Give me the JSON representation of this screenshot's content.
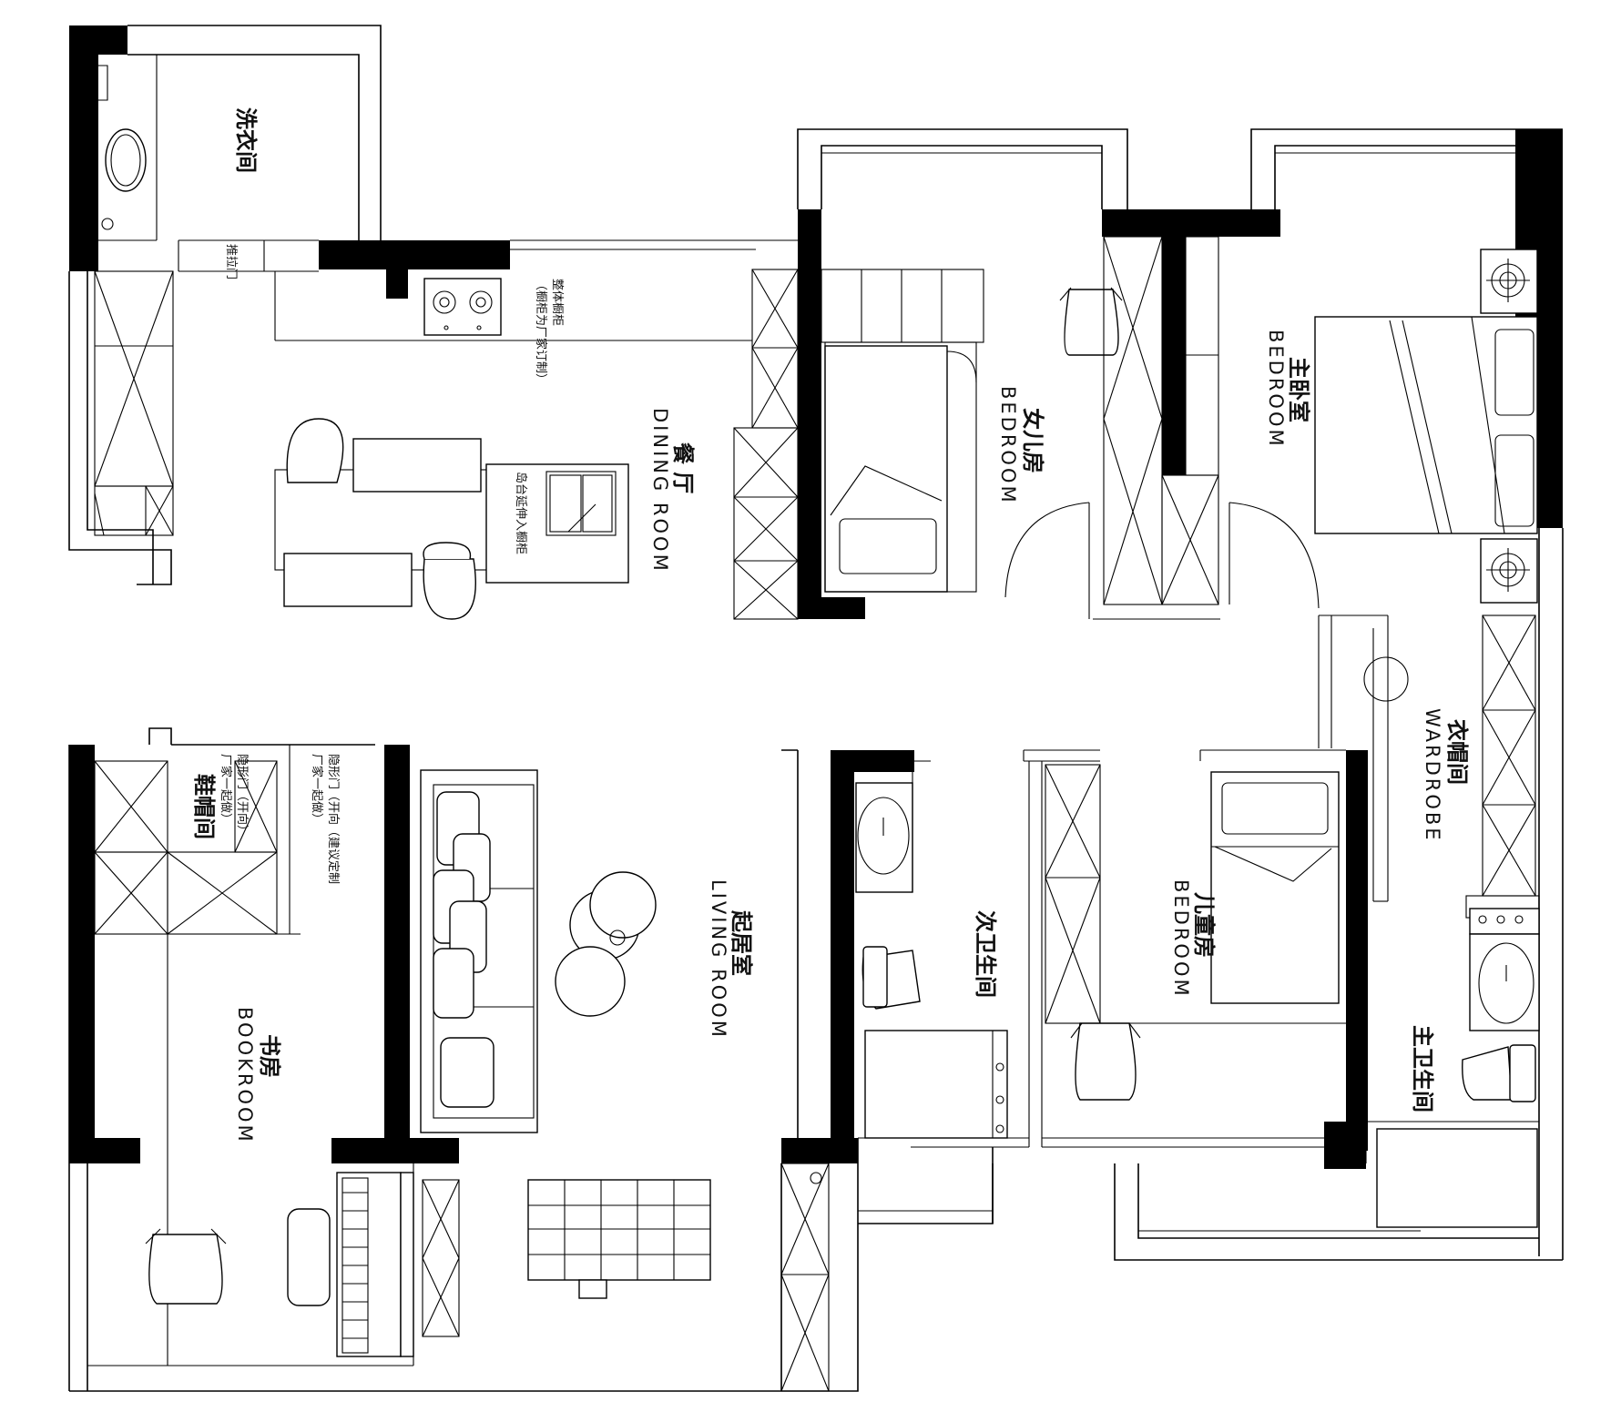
{
  "colors": {
    "wall": "#000000",
    "line": "#000000",
    "background": "#ffffff"
  },
  "rooms": {
    "laundry": {
      "cn": "洗衣间"
    },
    "dining": {
      "cn": "餐 厅",
      "en": "DINING ROOM"
    },
    "daughter": {
      "cn": "女儿房",
      "en": "BEDROOM"
    },
    "master": {
      "cn": "主卧室",
      "en": "BEDROOM"
    },
    "wardrobe": {
      "cn": "衣帽间",
      "en": "WARDROBE"
    },
    "shoe": {
      "cn": "鞋帽间"
    },
    "living": {
      "cn": "起居室",
      "en": "LIVING ROOM"
    },
    "bath2": {
      "cn": "次卫生间"
    },
    "son": {
      "cn": "儿童房",
      "en": "BEDROOM"
    },
    "bath_master": {
      "cn": "主卫生间"
    },
    "study": {
      "cn": "书房",
      "en": "BOOKROOM"
    }
  },
  "notes": {
    "laundry_door": "推拉门",
    "stove_counter": "整体橱柜",
    "stove_counter2": "（橱柜为厂家订制）",
    "island": "岛台延伸入橱柜",
    "shoe_note1": "隐形门（开向）",
    "shoe_note2": "厂家一起做）",
    "shoe_note3": "隐形门（开向（建议定制",
    "shoe_note4": "厂家一起做）"
  }
}
